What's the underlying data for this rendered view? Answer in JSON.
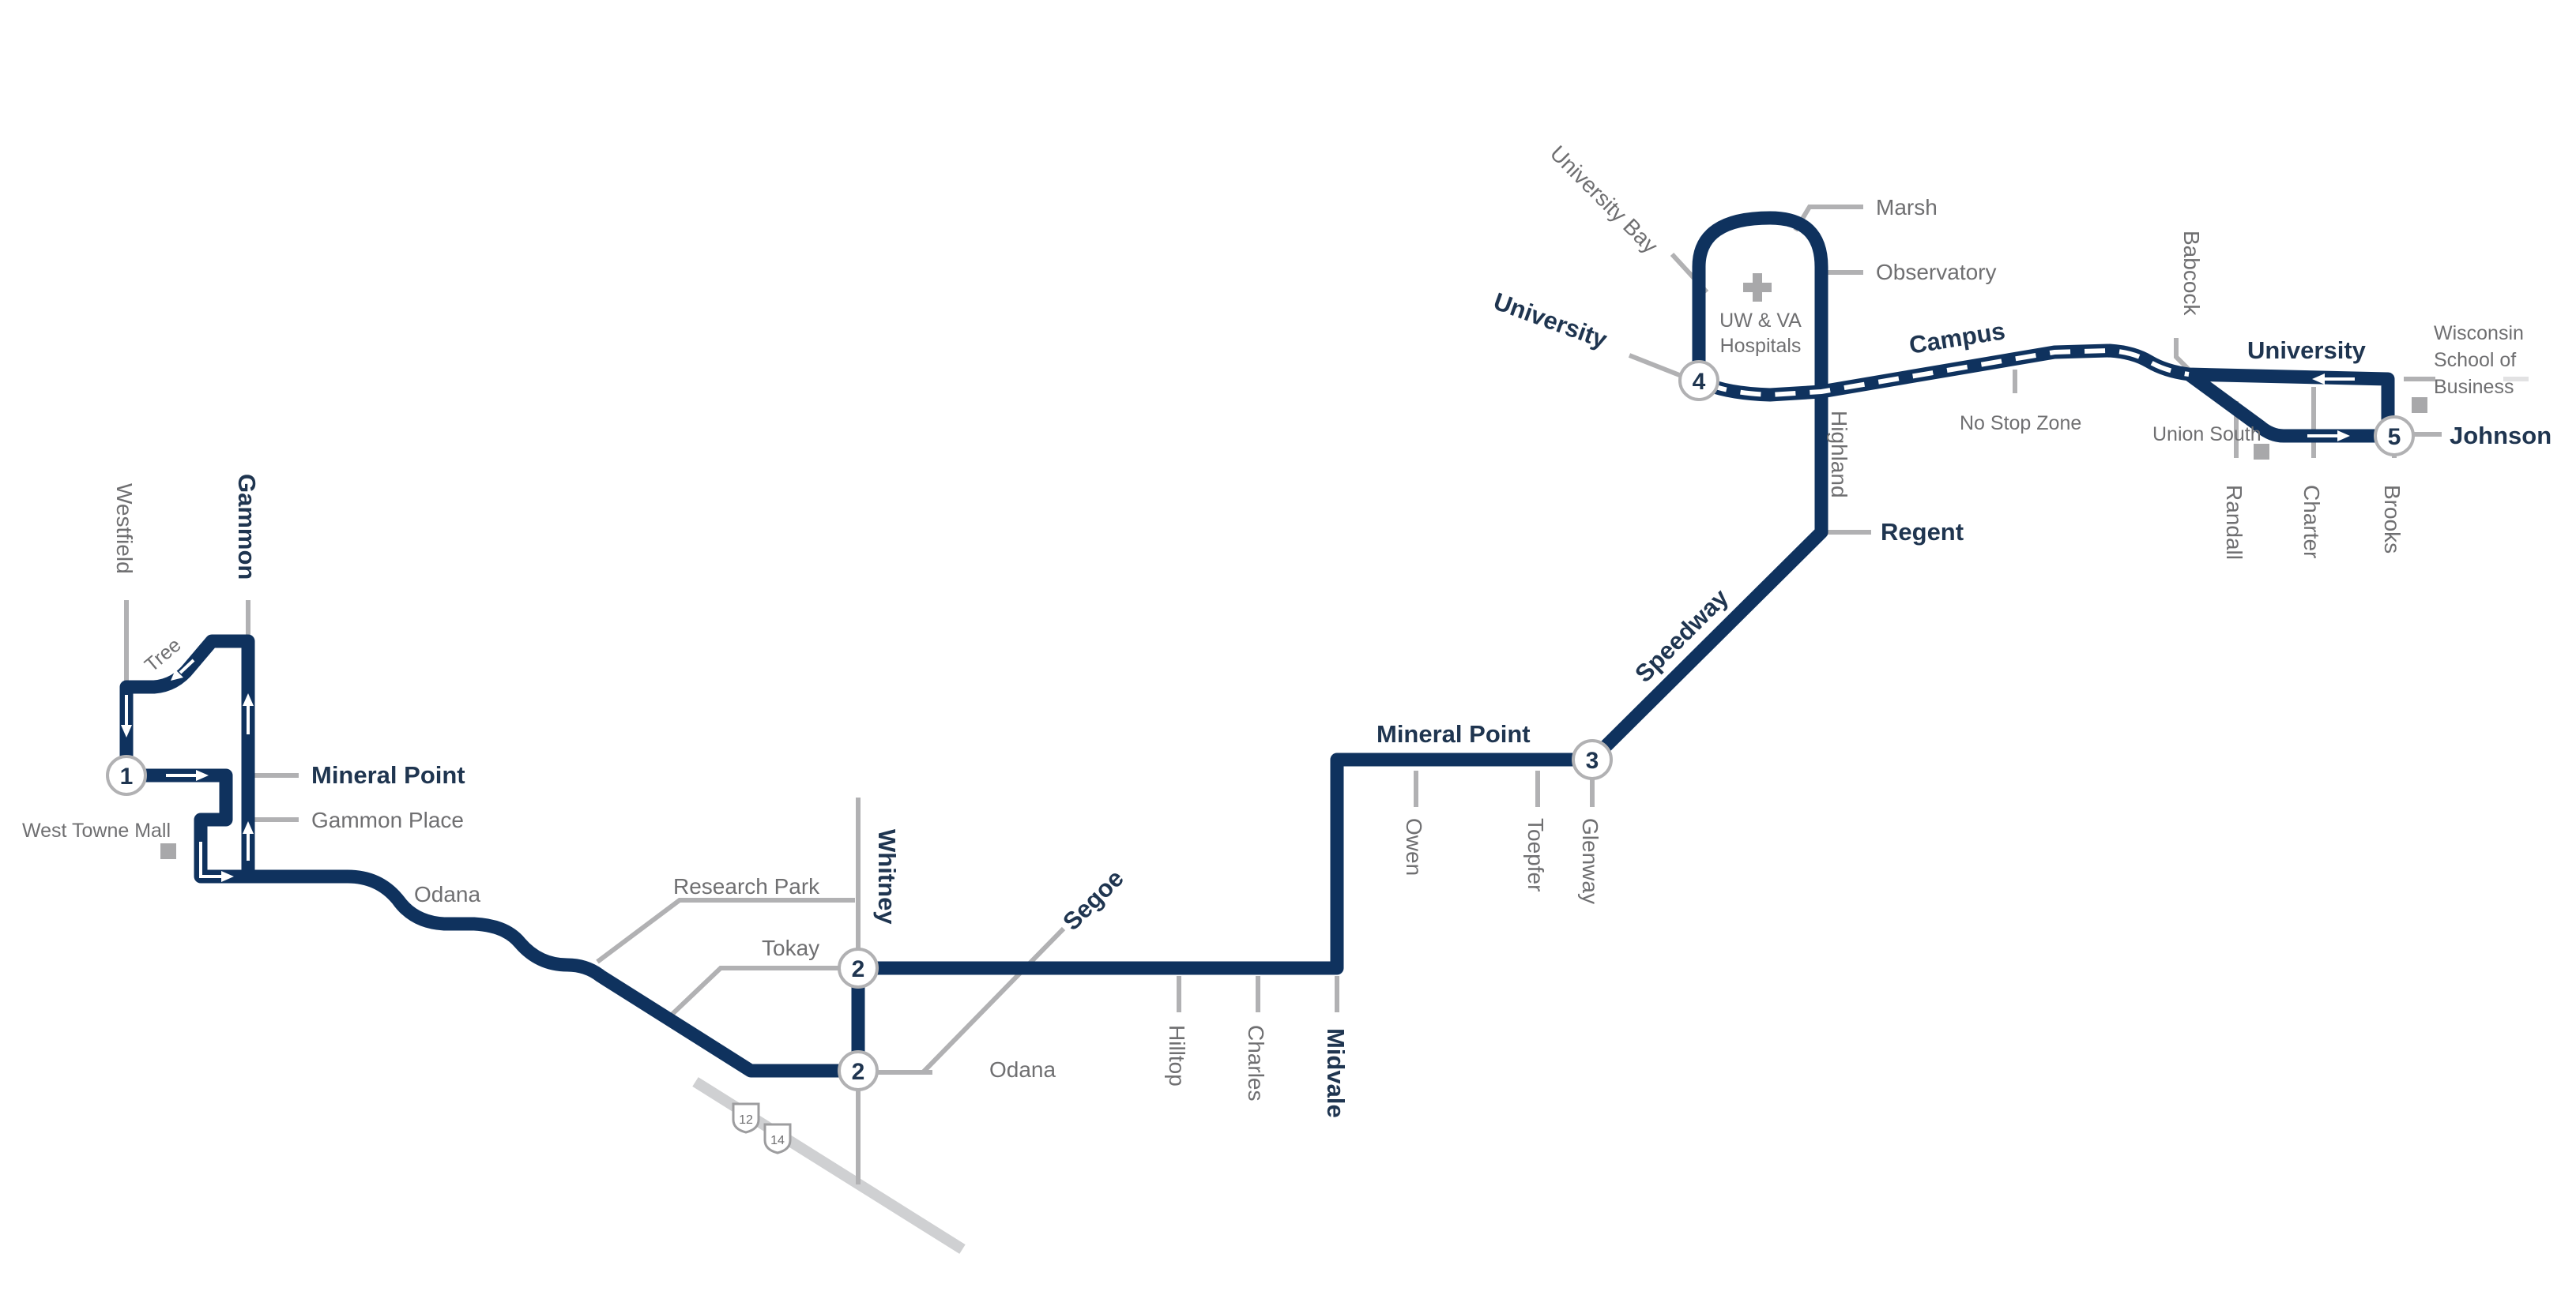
{
  "colors": {
    "route": "#0f325e",
    "street": "#b1b1b3",
    "highway": "#cfd0d2",
    "label_bold": "#1f3550",
    "label_regular": "#6f6f71"
  },
  "stops": [
    {
      "number": "1"
    },
    {
      "number": "2"
    },
    {
      "number": "2"
    },
    {
      "number": "3"
    },
    {
      "number": "4"
    },
    {
      "number": "5"
    }
  ],
  "streets": {
    "westfield": "Westfield",
    "gammon": "Gammon",
    "tree": "Tree",
    "mineral_point_west": "Mineral Point",
    "gammon_place": "Gammon Place",
    "west_towne_mall": "West Towne Mall",
    "odana_west": "Odana",
    "research_park": "Research Park",
    "tokay": "Tokay",
    "whitney": "Whitney",
    "segoe": "Segoe",
    "odana_east": "Odana",
    "hilltop": "Hilltop",
    "charles": "Charles",
    "midvale": "Midvale",
    "mineral_point_east": "Mineral Point",
    "owen": "Owen",
    "toepfer": "Toepfer",
    "glenway": "Glenway",
    "speedway": "Speedway",
    "regent": "Regent",
    "highland": "Highland",
    "university_west": "University",
    "university_bay": "University Bay",
    "hospitals_line1": "UW & VA",
    "hospitals_line2": "Hospitals",
    "marsh": "Marsh",
    "observatory": "Observatory",
    "campus": "Campus",
    "no_stop_zone": "No Stop Zone",
    "babcock": "Babcock",
    "university_east": "University",
    "union_south": "Union South",
    "randall": "Randall",
    "charter": "Charter",
    "brooks": "Brooks",
    "johnson": "Johnson",
    "wsb_line1": "Wisconsin",
    "wsb_line2": "School of",
    "wsb_line3": "Business"
  },
  "highway_shields": [
    "12",
    "14"
  ]
}
